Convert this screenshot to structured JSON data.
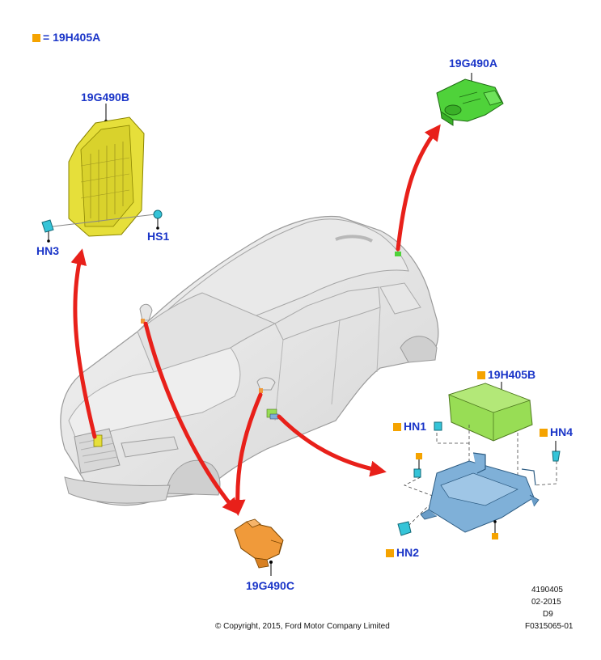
{
  "legend": {
    "symbol": "orange-square",
    "separator": "=",
    "code": "19H405A"
  },
  "labels": {
    "module_a": "19G490A",
    "module_b": "19G490B",
    "module_c": "19G490C",
    "module_h405b": "19H405B",
    "hs1": "HS1",
    "hn1": "HN1",
    "hn2": "HN2",
    "hn3": "HN3",
    "hn4": "HN4"
  },
  "footer": {
    "copyright": "© Copyright, 2015, Ford Motor Company Limited",
    "ref_number": "4190405",
    "date": "02-2015",
    "code": "D9",
    "figure_id": "F0315065-01"
  },
  "colors": {
    "label_blue": "#1a35c8",
    "marker_orange": "#f5a300",
    "arrow_red": "#e8201a",
    "part_yellow": "#e6df3a",
    "part_green": "#4fd23a",
    "part_orange": "#f09a3a",
    "part_lightgreen": "#98dd55",
    "bracket_blue": "#7fb0d8",
    "fastener_cyan": "#35c4d8"
  }
}
